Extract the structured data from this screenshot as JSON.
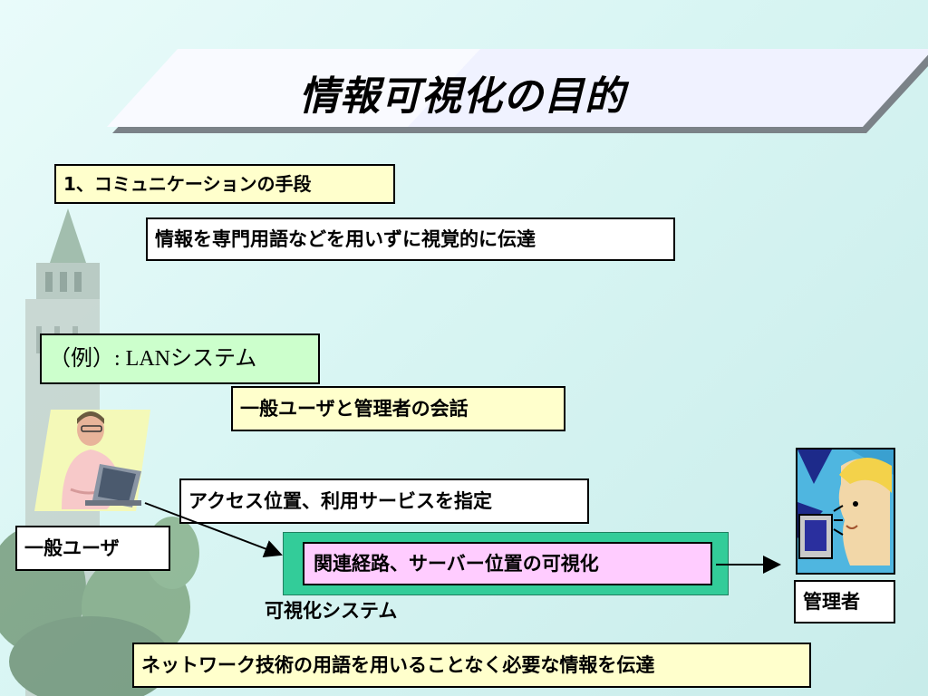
{
  "title": "情報可視化の目的",
  "boxes": {
    "purpose": "1、コミュニケーションの手段",
    "purpose_detail": "情報を専門用語などを用いずに視覚的に伝達",
    "example": "（例）: LANシステム",
    "conversation": "一般ユーザと管理者の会話",
    "specify": "アクセス位置、利用サービスを指定",
    "general_user": "一般ユーザ",
    "visualize": "関連経路、サーバー位置の可視化",
    "admin": "管理者",
    "conclusion": "ネットワーク技術の用語を用いることなく必要な情報を伝達"
  },
  "system_caption": "可視化システム",
  "colors": {
    "background": "#d8f5f3",
    "title_band": "#eef0ff",
    "yellow_box": "#ffffcc",
    "green_box": "#ccffcc",
    "system_frame": "#33cc99",
    "visualize_box": "#ffccff"
  },
  "icons": [
    "user-at-laptop-icon",
    "admin-at-monitor-icon",
    "clock-tower-background"
  ]
}
